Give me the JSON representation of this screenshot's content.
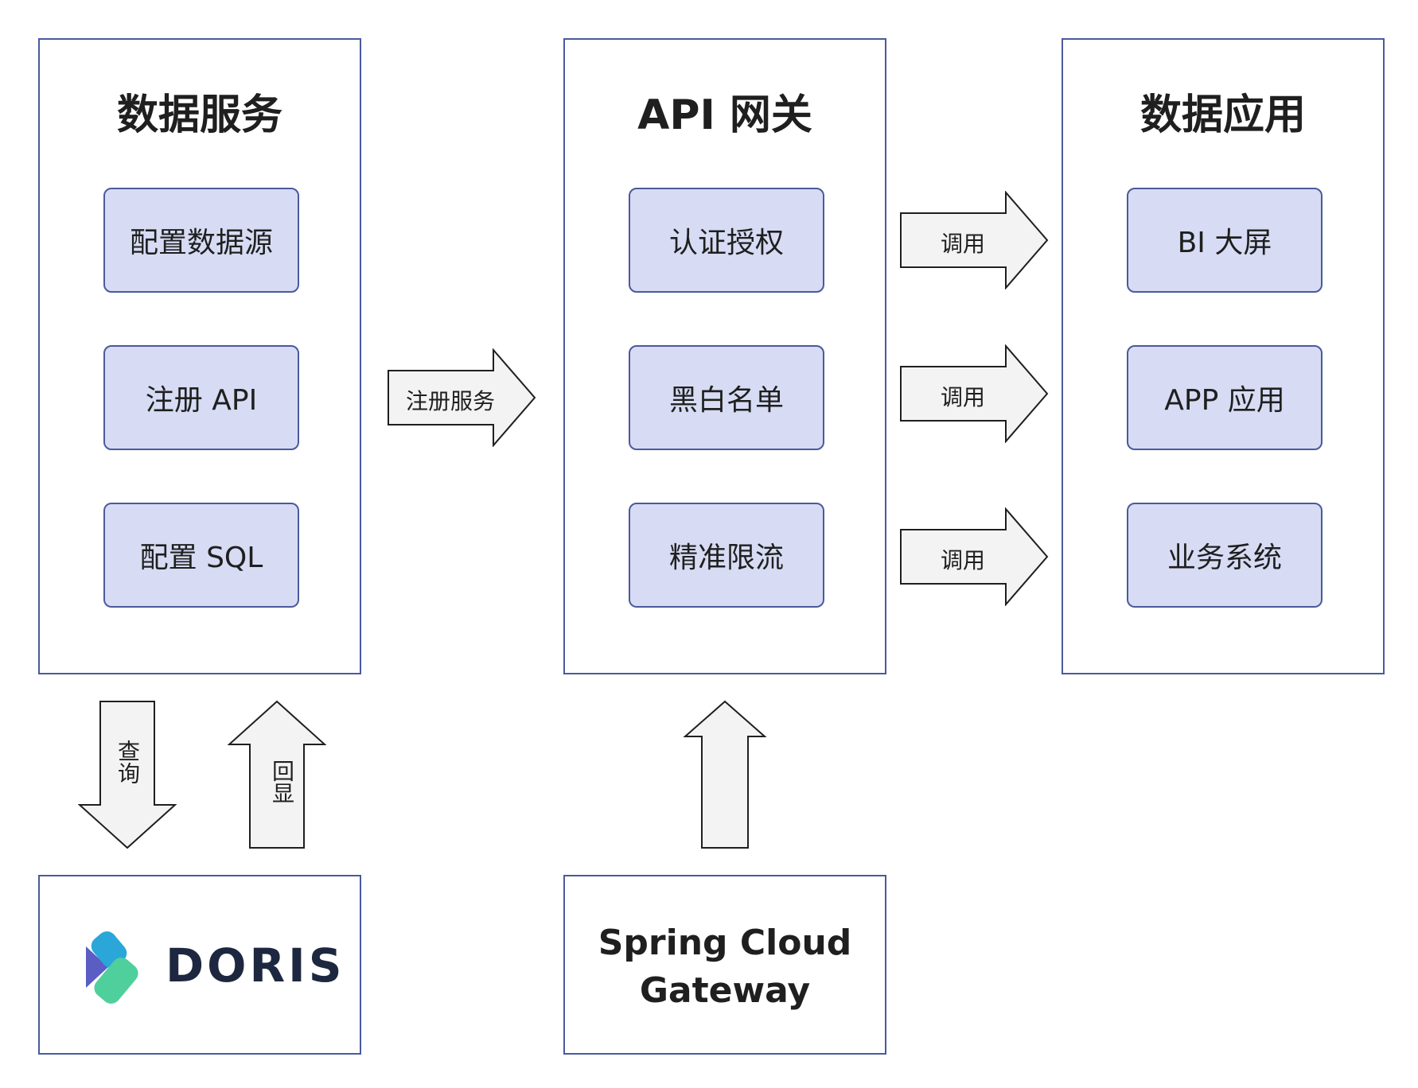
{
  "panels": {
    "data_service": {
      "title": "数据服务",
      "items": [
        "配置数据源",
        "注册 API",
        "配置 SQL"
      ]
    },
    "api_gateway": {
      "title": "API 网关",
      "items": [
        "认证授权",
        "黑白名单",
        "精准限流"
      ]
    },
    "data_app": {
      "title": "数据应用",
      "items": [
        "BI 大屏",
        "APP 应用",
        "业务系统"
      ]
    }
  },
  "arrows": {
    "register": "注册服务",
    "invoke": [
      "调用",
      "调用",
      "调用"
    ],
    "query": "查询",
    "return": "回显"
  },
  "doris": {
    "name": "DORIS"
  },
  "gateway": {
    "line1": "Spring Cloud",
    "line2": "Gateway"
  },
  "colors": {
    "border": "#4a5a9c",
    "item_fill": "#d7dcf4",
    "arrow_fill": "#f3f3f3",
    "doris_blue": "#2aa7d8",
    "doris_purple": "#5b5cc4",
    "doris_green": "#4fcf9c"
  }
}
